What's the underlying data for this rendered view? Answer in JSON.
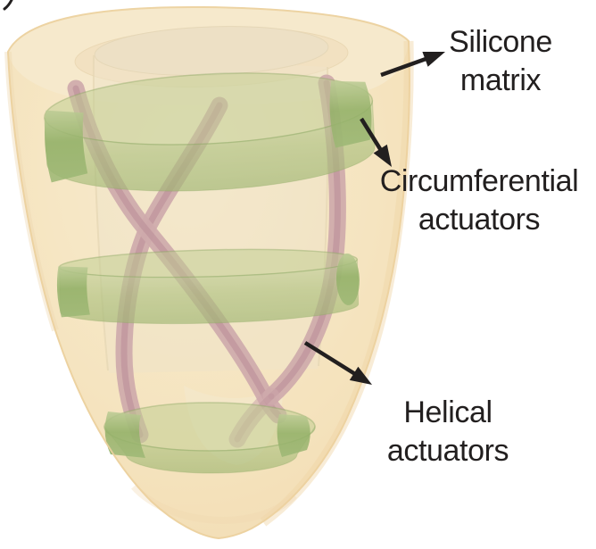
{
  "figure": {
    "description": "Annotated 3D rendering of a conical soft-robotic ventricle: a translucent silicone matrix embedding three green circumferential actuator rings and pink helical actuators, with black arrows pointing to text labels."
  },
  "labels": {
    "silicone_matrix": {
      "line1": "Silicone",
      "line2": "matrix"
    },
    "circumferential_actuators": {
      "line1": "Circumferential",
      "line2": "actuators"
    },
    "helical_actuators": {
      "line1": "Helical",
      "line2": "actuators"
    }
  },
  "colors": {
    "background": "#ffffff",
    "silicone_body": "#f6e3bd",
    "silicone_edge": "#ecd1a0",
    "silicone_rim_light": "#f7e9cc",
    "silicone_rim_hole": "#f2dfbf",
    "inner_cavity": "#ebdec4",
    "ring_green_light": "#b0c680",
    "ring_green": "#9cb871",
    "ring_green_dark": "#71994a",
    "tube_pink": "#c59aa4",
    "tube_pink_dark": "#a97588",
    "annotation_black": "#221f1f"
  }
}
